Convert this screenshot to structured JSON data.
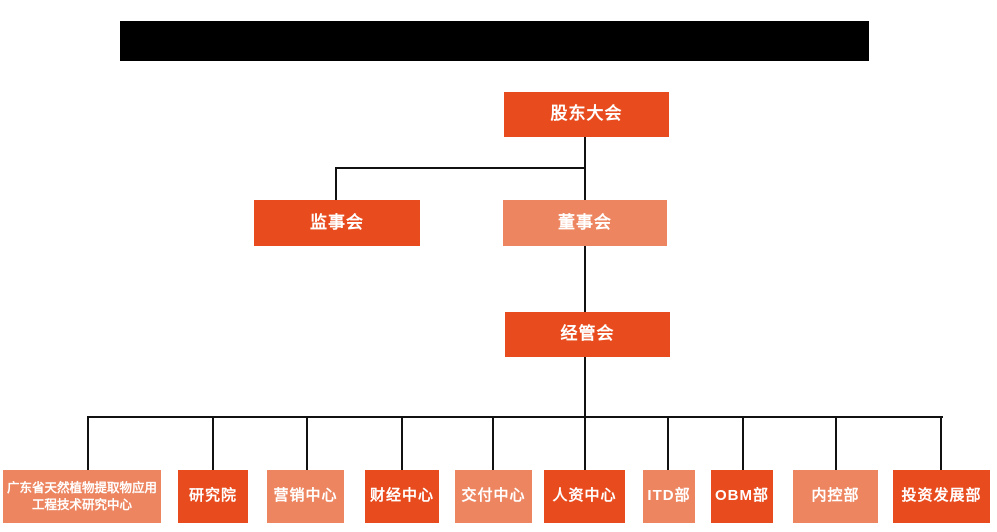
{
  "colors": {
    "node_dark": "#E74B1E",
    "node_light": "#EC8560",
    "connector_line": "#111111",
    "node_text": "#ffffff",
    "redacted_title_bar": "#000000",
    "background": "#ffffff"
  },
  "title_bar": {
    "note": "solid black redacted bar"
  },
  "org": {
    "root": {
      "label": "股东大会"
    },
    "level2": [
      {
        "label": "监事会",
        "tone": "dark"
      },
      {
        "label": "董事会",
        "tone": "light"
      }
    ],
    "level3": {
      "label": "经管会"
    },
    "departments": [
      {
        "label": "广东省天然植物提取物应用工程技术研究中心",
        "tone": "light"
      },
      {
        "label": "研究院",
        "tone": "dark"
      },
      {
        "label": "营销中心",
        "tone": "light"
      },
      {
        "label": "财经中心",
        "tone": "dark"
      },
      {
        "label": "交付中心",
        "tone": "light"
      },
      {
        "label": "人资中心",
        "tone": "dark"
      },
      {
        "label": "ITD部",
        "tone": "light"
      },
      {
        "label": "OBM部",
        "tone": "dark"
      },
      {
        "label": "内控部",
        "tone": "light"
      },
      {
        "label": "投资发展部",
        "tone": "dark"
      }
    ]
  }
}
